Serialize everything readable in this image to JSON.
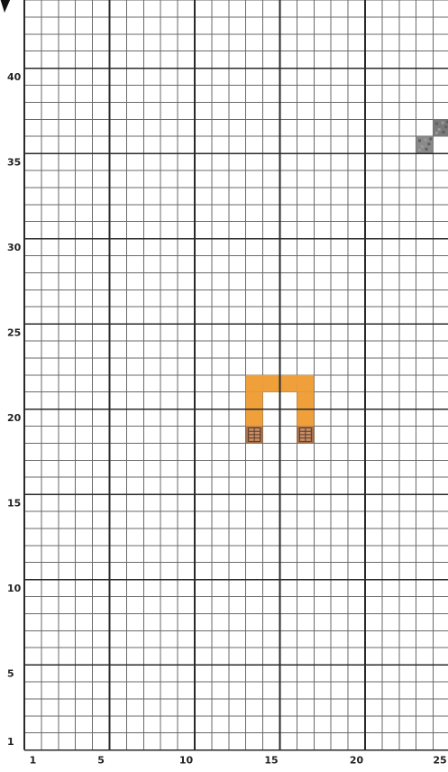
{
  "board": {
    "columns": 25,
    "rows": 44,
    "major_every": 5,
    "colors": {
      "background": "#ffffff",
      "minor_line": "#6a6a6a",
      "major_line": "#2a2a2a",
      "label": "#222222"
    }
  },
  "axes": {
    "x_labels": [
      "1",
      "5",
      "10",
      "15",
      "20",
      "25"
    ],
    "y_labels": [
      "1",
      "5",
      "10",
      "15",
      "20",
      "25",
      "30",
      "35",
      "40"
    ]
  },
  "blocks": [
    {
      "kind": "orange-block",
      "col": 14,
      "row": 22,
      "color": "#f0a03a"
    },
    {
      "kind": "orange-block",
      "col": 15,
      "row": 22,
      "color": "#f0a03a"
    },
    {
      "kind": "orange-block",
      "col": 16,
      "row": 22,
      "color": "#f0a03a"
    },
    {
      "kind": "orange-block",
      "col": 17,
      "row": 22,
      "color": "#f0a03a"
    },
    {
      "kind": "orange-block",
      "col": 14,
      "row": 21,
      "color": "#f0a03a"
    },
    {
      "kind": "orange-block",
      "col": 17,
      "row": 21,
      "color": "#f0a03a"
    },
    {
      "kind": "orange-block",
      "col": 14,
      "row": 20,
      "color": "#f0a03a"
    },
    {
      "kind": "orange-block",
      "col": 17,
      "row": 20,
      "color": "#f0a03a"
    },
    {
      "kind": "door-block",
      "col": 14,
      "row": 19,
      "color": "#a8724a"
    },
    {
      "kind": "door-block",
      "col": 17,
      "row": 19,
      "color": "#a8724a"
    },
    {
      "kind": "stone-block",
      "col": 25,
      "row": 37,
      "color": "#7a7a7a"
    },
    {
      "kind": "stone-block",
      "col": 24,
      "row": 36,
      "color": "#8a8a8a"
    }
  ],
  "cursor": {
    "icon": "diamond-cursor-icon",
    "color": "#111111"
  }
}
